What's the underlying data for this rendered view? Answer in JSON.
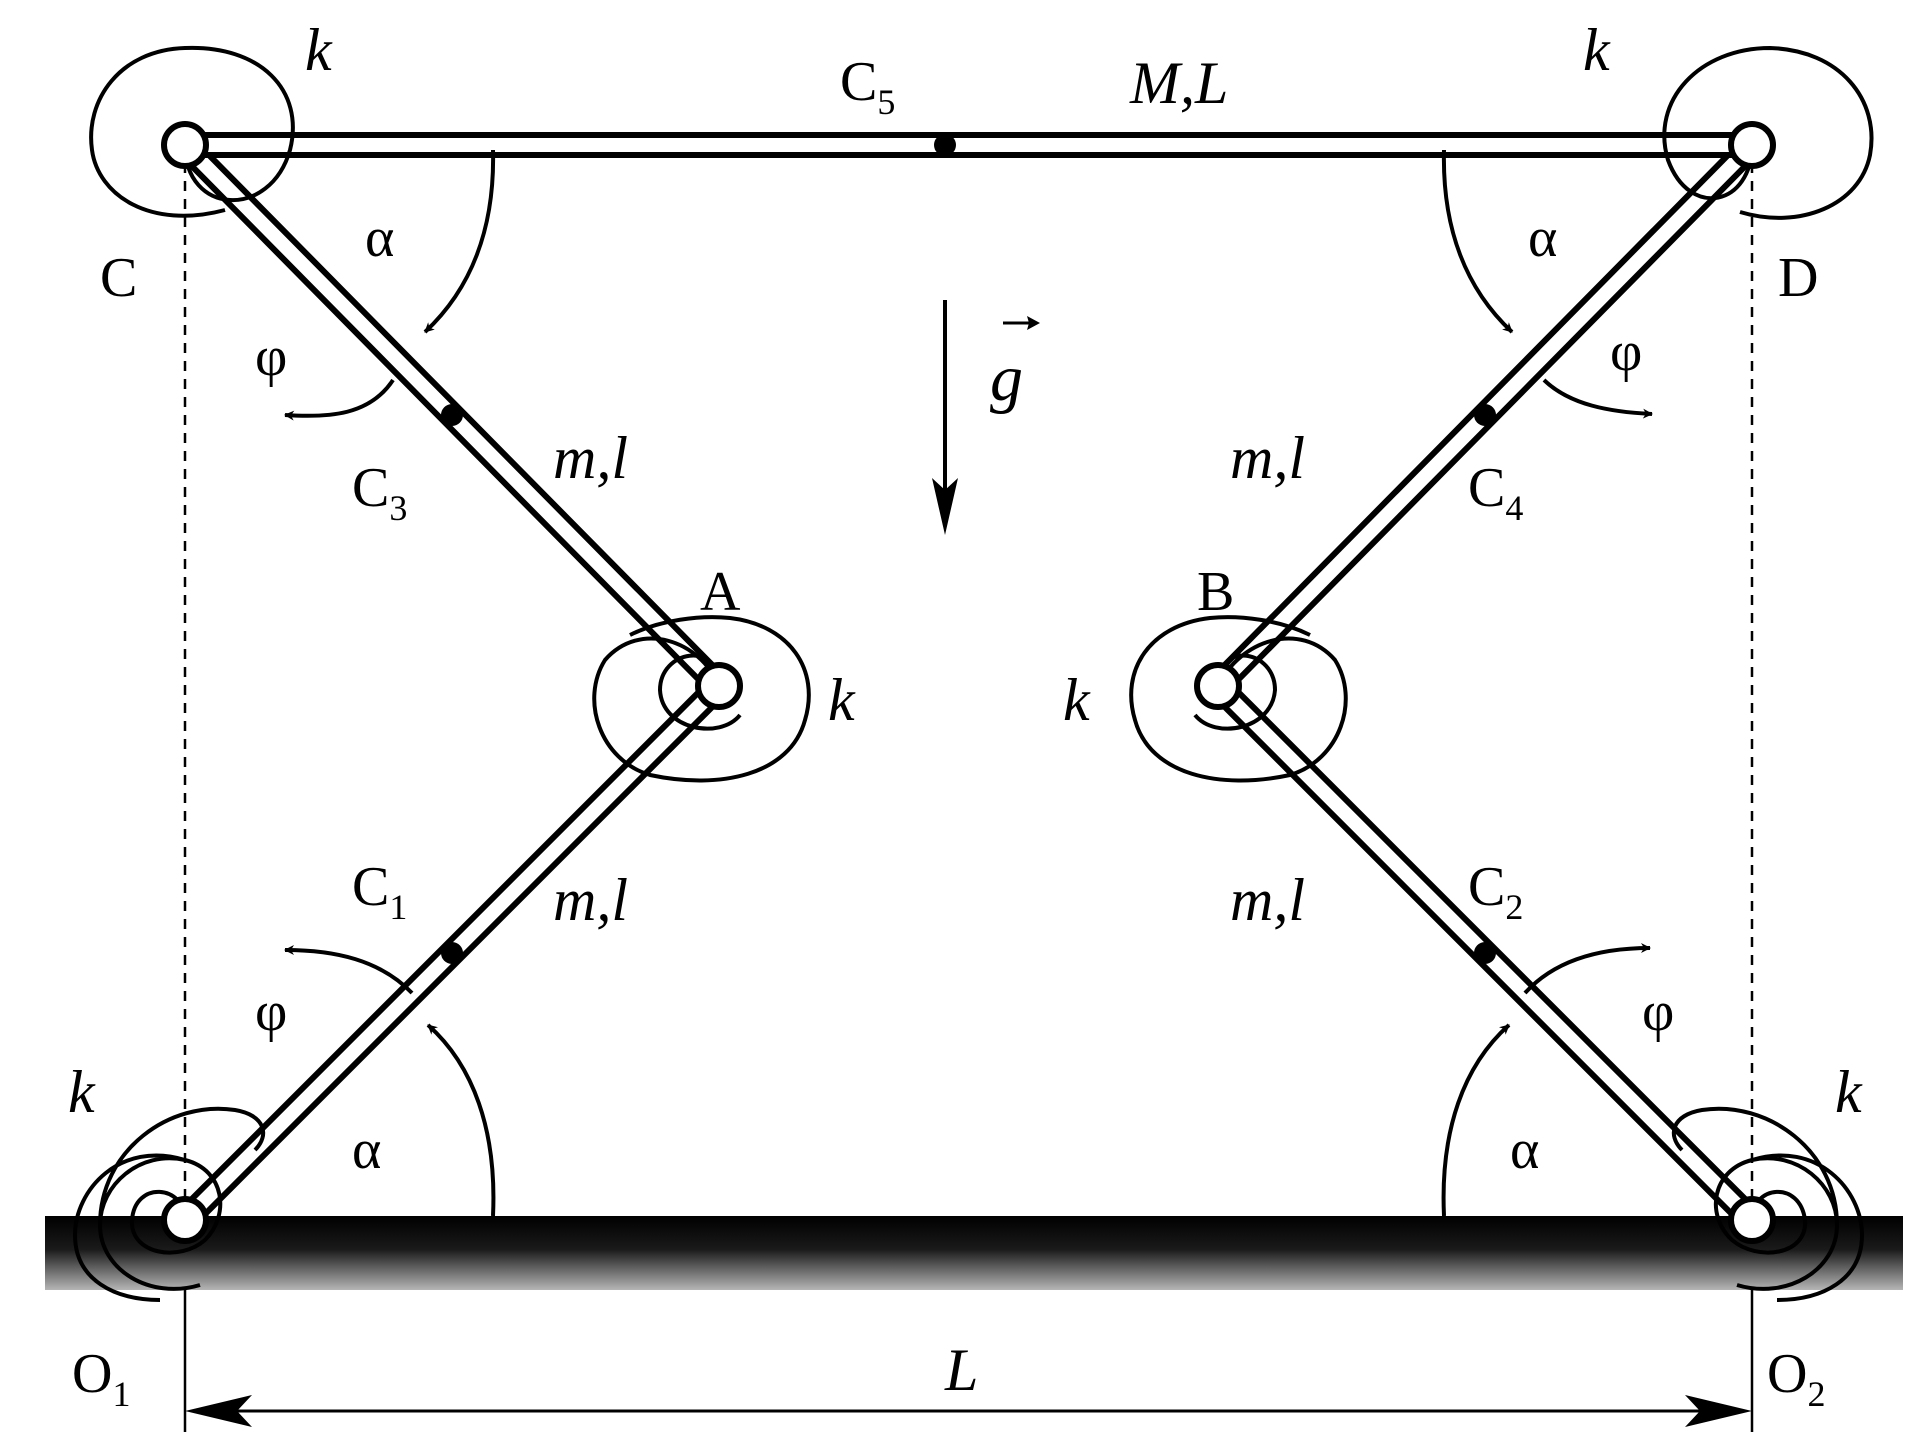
{
  "points": {
    "C": "C",
    "D": "D",
    "A": "A",
    "B": "B",
    "O1": {
      "base": "O",
      "sub": "1"
    },
    "O2": {
      "base": "O",
      "sub": "2"
    }
  },
  "centers": {
    "C1": {
      "base": "C",
      "sub": "1"
    },
    "C2": {
      "base": "C",
      "sub": "2"
    },
    "C3": {
      "base": "C",
      "sub": "3"
    },
    "C4": {
      "base": "C",
      "sub": "4"
    },
    "C5": {
      "base": "C",
      "sub": "5"
    }
  },
  "labels": {
    "spring_k": "k",
    "top_rod": "M,L",
    "side_rod": "m,l",
    "angle_alpha": "α",
    "angle_phi": "φ",
    "gravity": "g",
    "distance": "L"
  }
}
